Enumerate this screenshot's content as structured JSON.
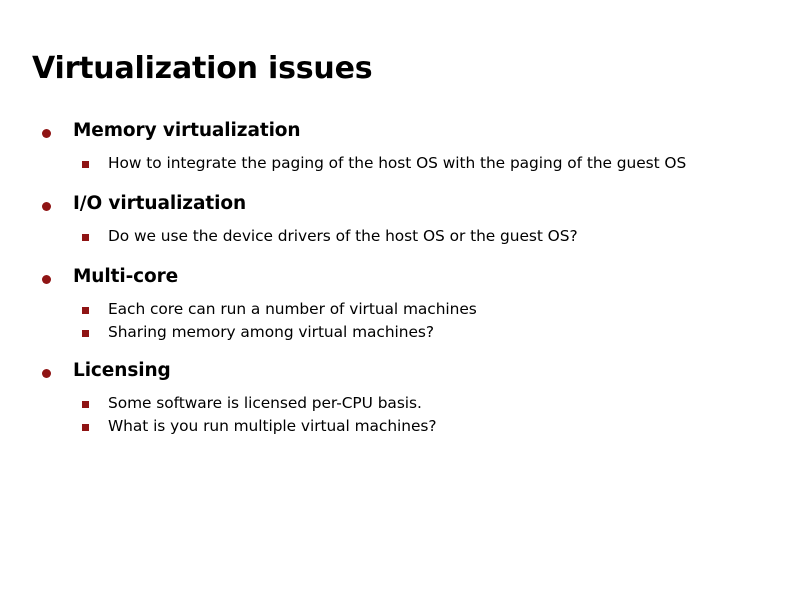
{
  "slide": {
    "title": "Virtualization issues",
    "background_color": "#FFFFFF",
    "text_color": "#000000",
    "bullet_color": "#8F1414",
    "groups": [
      {
        "heading": "Memory virtualization",
        "subs": [
          "How to integrate the paging of the host OS with the paging of the guest OS"
        ]
      },
      {
        "heading": "I/O virtualization",
        "subs": [
          "Do we use the device drivers of the host OS or the guest OS?"
        ]
      },
      {
        "heading": "Multi-core",
        "subs": [
          "Each core can run a number of virtual machines",
          "Sharing memory among virtual machines?"
        ]
      },
      {
        "heading": "Licensing",
        "subs": [
          "Some software is licensed per-CPU basis.",
          "What is you run multiple virtual machines?"
        ]
      }
    ]
  }
}
